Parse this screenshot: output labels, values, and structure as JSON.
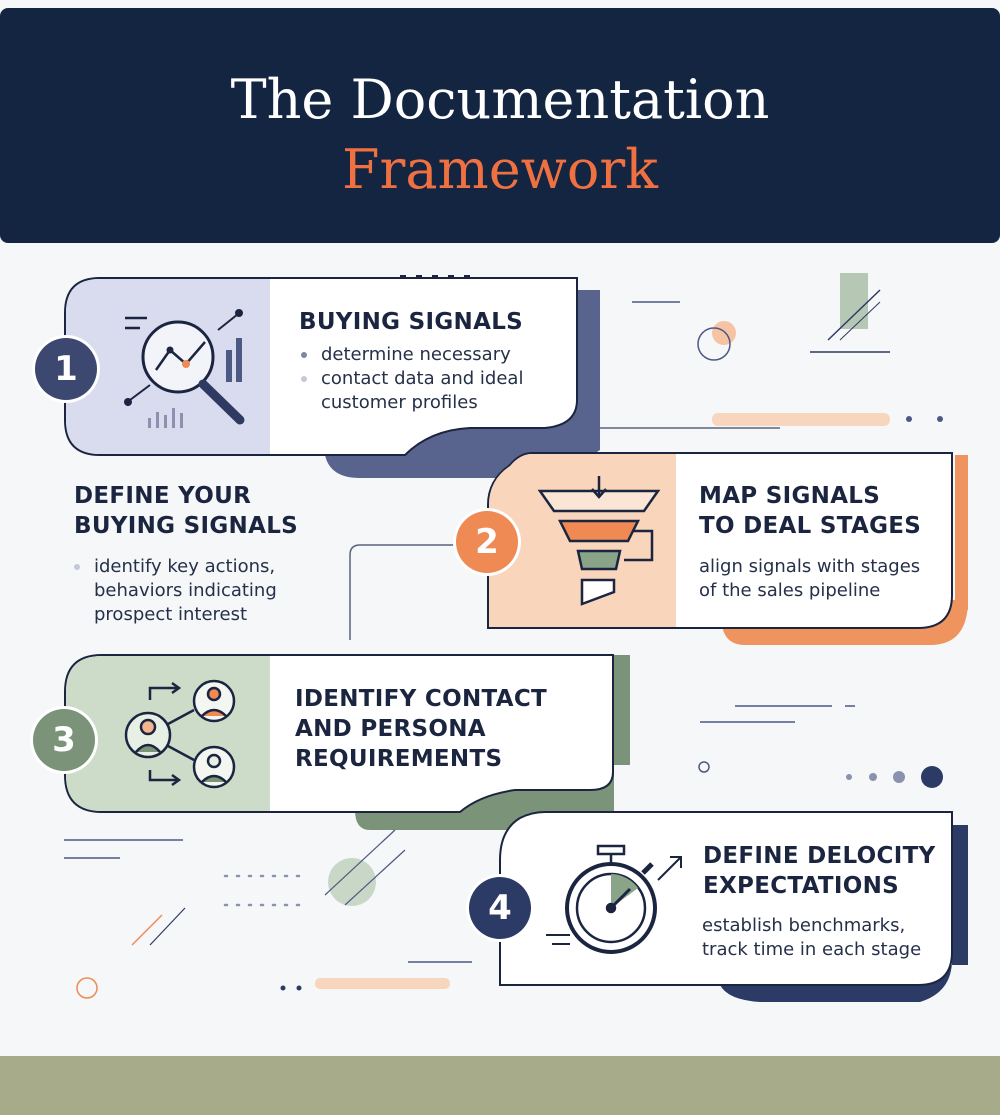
{
  "header": {
    "title_line1": "The Documentation",
    "title_line2": "Framework"
  },
  "steps": [
    {
      "number": "1",
      "title": "BUYING SIGNALS",
      "bullets": [
        "determine necessary",
        "contact data and ideal",
        "customer profiles"
      ],
      "icon": "magnifier-chart-icon",
      "accent": "#3d4870"
    },
    {
      "number": "2",
      "title_lines": [
        "MAP SIGNALS",
        "TO DEAL STAGES"
      ],
      "text_lines": [
        "align signals with stages",
        "of the sales pipeline"
      ],
      "icon": "funnel-icon",
      "accent": "#ef8a55"
    },
    {
      "number": "3",
      "title_lines": [
        "IDENTIFY CONTACT",
        "AND PERSONA",
        "REQUIREMENTS"
      ],
      "icon": "people-network-icon",
      "accent": "#7b9479"
    },
    {
      "number": "4",
      "title_lines": [
        "DEFINE DELOCITY",
        "EXPECTATIONS"
      ],
      "text_lines": [
        "establish benchmarks,",
        "track time in each stage"
      ],
      "icon": "stopwatch-icon",
      "accent": "#2c3a66"
    }
  ],
  "side_note": {
    "title_lines": [
      "DEFINE YOUR",
      "BUYING SIGNALS"
    ],
    "bullets": [
      "identify key actions,",
      "behaviors indicating",
      "prospect interest"
    ]
  }
}
